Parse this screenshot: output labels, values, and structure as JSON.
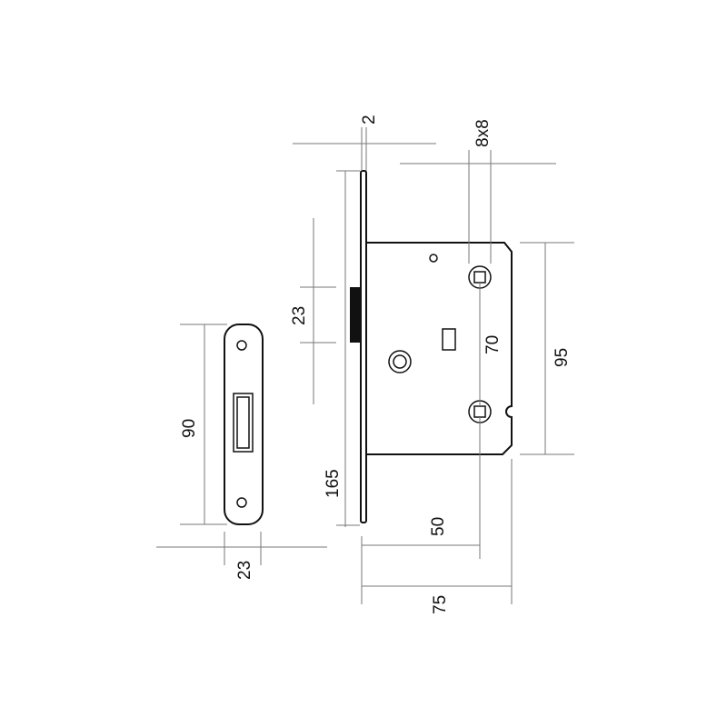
{
  "dimensions": {
    "faceplate_thickness": "2",
    "spindle_square": "8x8",
    "body_height": "95",
    "spindle_distance": "70",
    "latch_height": "23",
    "faceplate_length": "165",
    "backset": "50",
    "body_depth": "75",
    "strike_length": "90",
    "strike_width": "23"
  },
  "colors": {
    "line": "#111111",
    "dimension_line": "#777777"
  }
}
